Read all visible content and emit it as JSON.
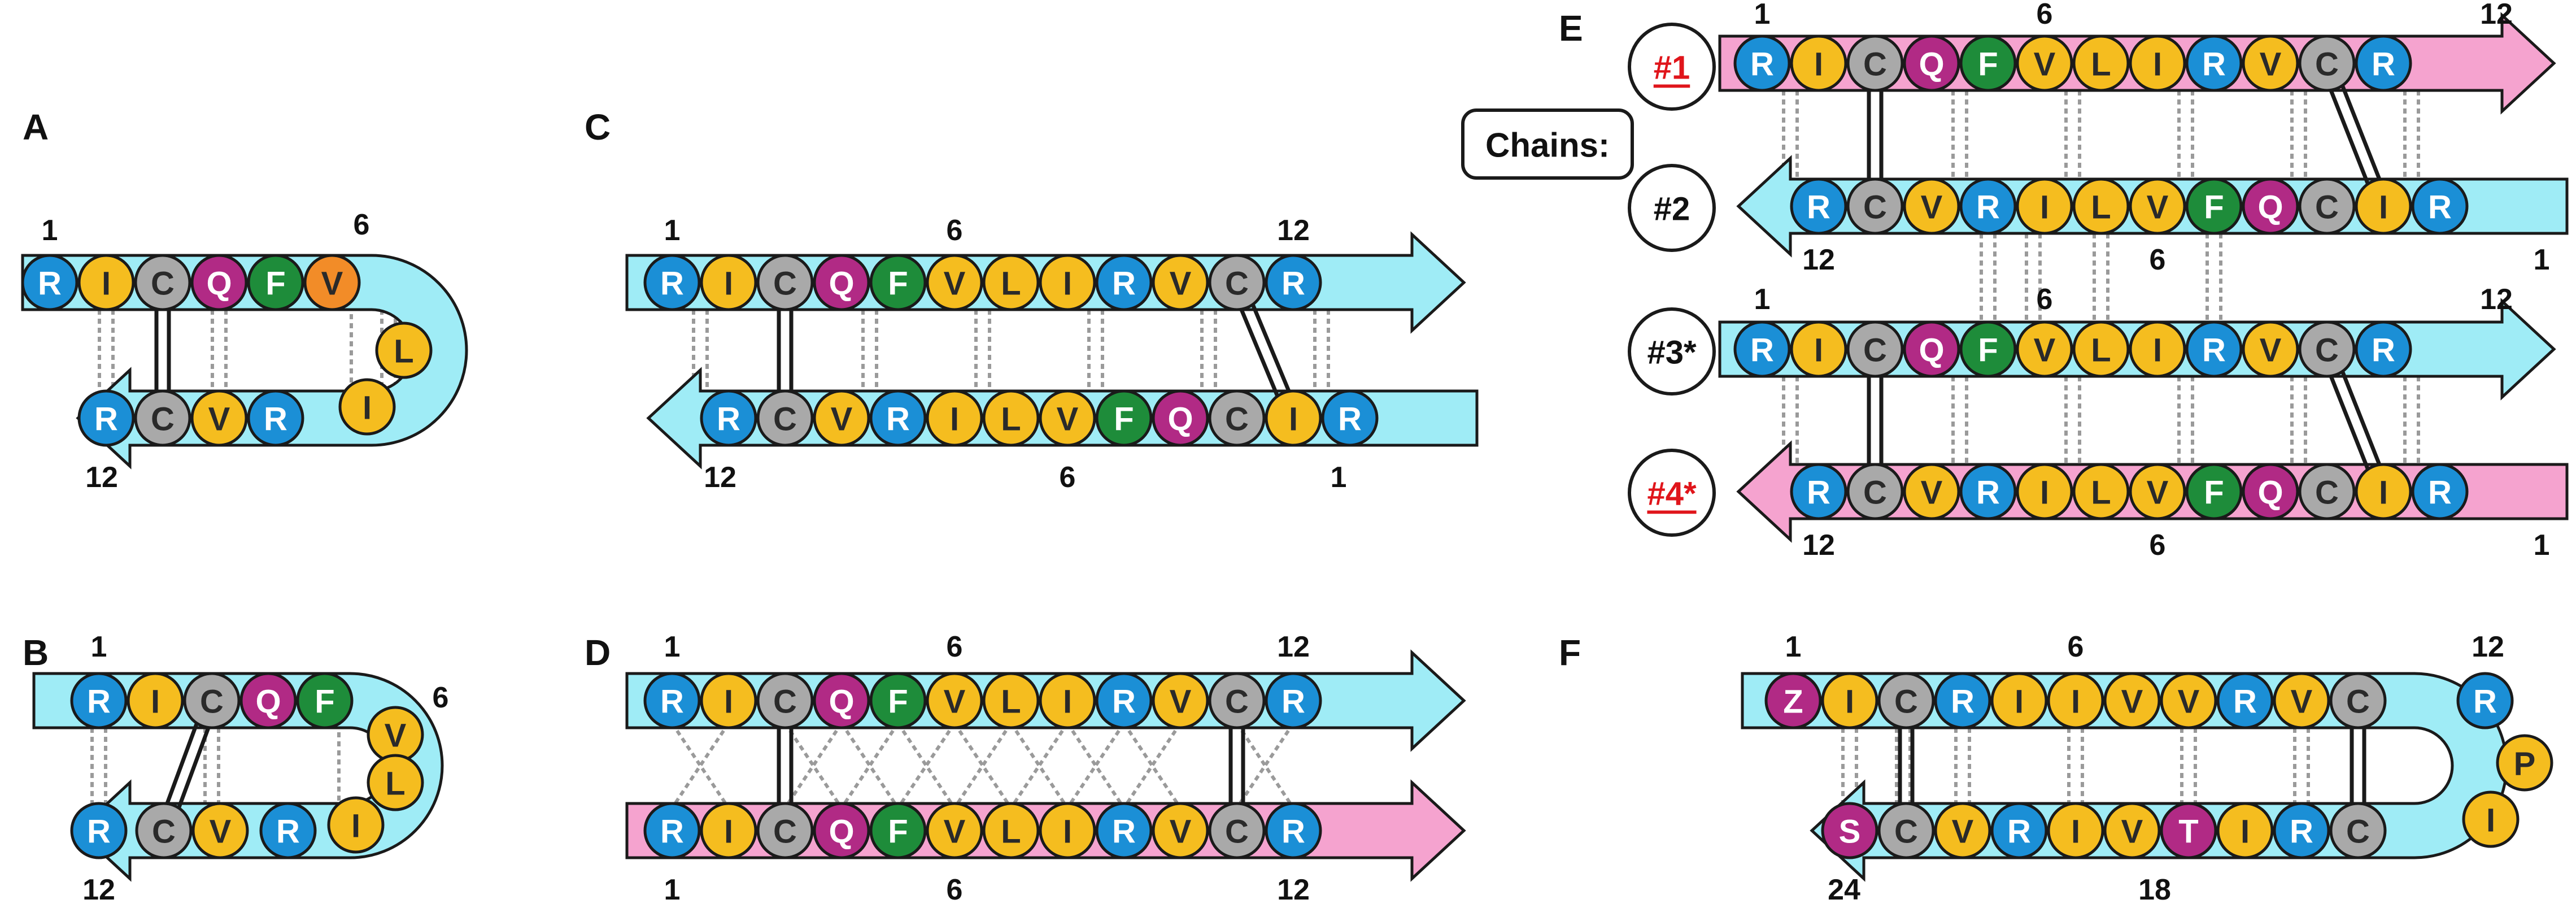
{
  "panels": {
    "A": {
      "label": "A",
      "top_seq": [
        "R",
        "I",
        "C",
        "Q",
        "F",
        "V"
      ],
      "turn_seq": [
        "L",
        "I"
      ],
      "bottom_seq": [
        "R",
        "C",
        "V",
        "R"
      ],
      "top_num_start": "1",
      "top_num_end": "6",
      "bottom_num": "12"
    },
    "B": {
      "label": "B",
      "top_seq": [
        "R",
        "I",
        "C",
        "Q",
        "F"
      ],
      "turn_seq": [
        "V",
        "L",
        "I"
      ],
      "bottom_seq": [
        "R",
        "C",
        "V",
        "R"
      ],
      "top_num_start": "1",
      "turn_num": "6",
      "bottom_num": "12"
    },
    "C": {
      "label": "C",
      "top_seq": [
        "R",
        "I",
        "C",
        "Q",
        "F",
        "V",
        "L",
        "I",
        "R",
        "V",
        "C",
        "R"
      ],
      "bottom_seq": [
        "R",
        "C",
        "V",
        "R",
        "I",
        "L",
        "V",
        "F",
        "Q",
        "C",
        "I",
        "R"
      ],
      "top_nums": [
        "1",
        "6",
        "12"
      ],
      "bottom_nums": [
        "12",
        "6",
        "1"
      ]
    },
    "D": {
      "label": "D",
      "top_seq": [
        "R",
        "I",
        "C",
        "Q",
        "F",
        "V",
        "L",
        "I",
        "R",
        "V",
        "C",
        "R"
      ],
      "bottom_seq": [
        "R",
        "I",
        "C",
        "Q",
        "F",
        "V",
        "L",
        "I",
        "R",
        "V",
        "C",
        "R"
      ],
      "top_nums": [
        "1",
        "6",
        "12"
      ],
      "bottom_nums": [
        "1",
        "6",
        "12"
      ]
    },
    "E": {
      "label": "E",
      "chains_label": "Chains:",
      "chain_labels": [
        "#1",
        "#2",
        "#3*",
        "#4*"
      ],
      "seq_forward": [
        "R",
        "I",
        "C",
        "Q",
        "F",
        "V",
        "L",
        "I",
        "R",
        "V",
        "C",
        "R"
      ],
      "seq_reverse": [
        "R",
        "C",
        "V",
        "R",
        "I",
        "L",
        "V",
        "F",
        "Q",
        "C",
        "I",
        "R"
      ],
      "top_nums": [
        "1",
        "6",
        "12"
      ],
      "bottom_nums": [
        "12",
        "6",
        "1"
      ]
    },
    "F": {
      "label": "F",
      "top_seq": [
        "Z",
        "I",
        "C",
        "R",
        "I",
        "I",
        "V",
        "V",
        "R",
        "V",
        "C"
      ],
      "turn_seq": [
        "R",
        "P",
        "I"
      ],
      "bottom_seq": [
        "S",
        "C",
        "V",
        "R",
        "I",
        "V",
        "T",
        "I",
        "R",
        "C"
      ],
      "top_nums": [
        "1",
        "6",
        "12"
      ],
      "bottom_nums": [
        "24",
        "18"
      ]
    }
  },
  "colors": {
    "R": "#1b8fd6",
    "I": "#f5bd1f",
    "C": "#a9a9a9",
    "Q": "#b12a85",
    "F": "#1e8c3a",
    "V": "#f5bd1f",
    "L": "#f5bd1f",
    "Z": "#b12a85",
    "P": "#f5bd1f",
    "S": "#b12a85",
    "T": "#b12a85",
    "orange_V": "#f28c28",
    "strand_cyan": "#9fecf6",
    "strand_pink": "#f5a3cf",
    "highlight_red": "#e0151b"
  }
}
